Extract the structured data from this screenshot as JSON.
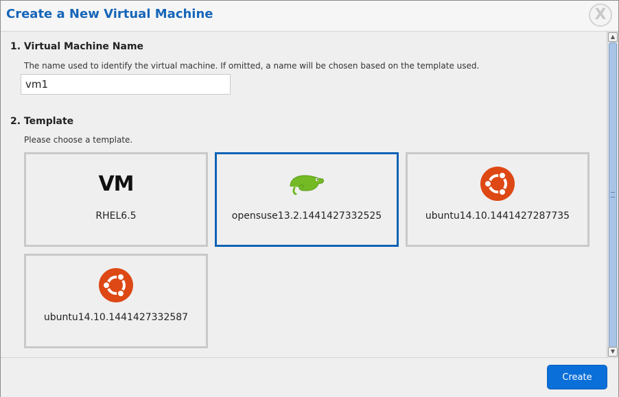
{
  "dialog": {
    "title": "Create a New Virtual Machine",
    "close_label": "X"
  },
  "name_section": {
    "title": "1. Virtual Machine Name",
    "help": "The name used to identify the virtual machine. If omitted, a name will be chosen based on the template used.",
    "value": "vm1"
  },
  "template_section": {
    "title": "2. Template",
    "help": "Please choose a template.",
    "templates": [
      {
        "label": "RHEL6.5",
        "icon": "vm-logo-icon",
        "logo_text": "VM",
        "selected": false
      },
      {
        "label": "opensuse13.2.1441427332525",
        "icon": "opensuse-chameleon-icon",
        "selected": true
      },
      {
        "label": "ubuntu14.10.1441427287735",
        "icon": "ubuntu-logo-icon",
        "selected": false
      },
      {
        "label": "ubuntu14.10.1441427332587",
        "icon": "ubuntu-logo-icon",
        "selected": false
      }
    ]
  },
  "footer": {
    "create_label": "Create"
  },
  "colors": {
    "title_blue": "#1565b8",
    "selected_border": "#0b62b4",
    "button_blue": "#0a6fd8",
    "ubuntu_orange": "#dd4814",
    "opensuse_green": "#73ba25"
  }
}
